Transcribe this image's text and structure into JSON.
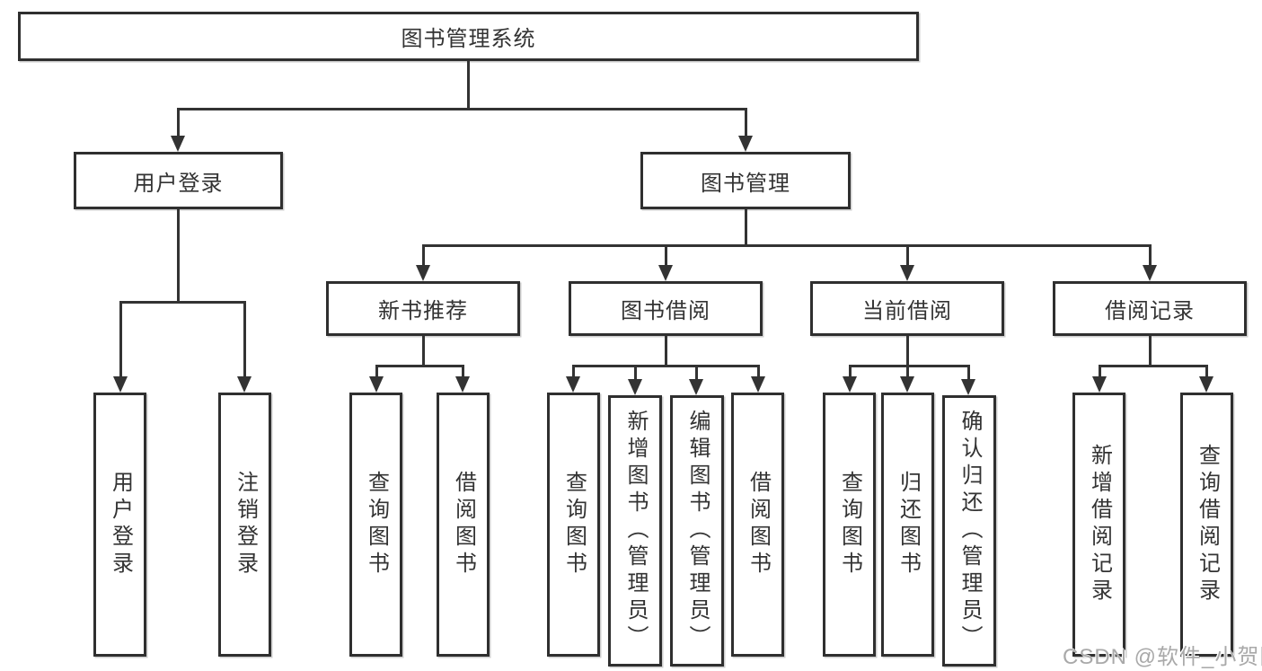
{
  "tree": {
    "label": "图书管理系统",
    "children": [
      {
        "label": "用户登录",
        "children": [
          {
            "label": "用户登录"
          },
          {
            "label": "注销登录"
          }
        ]
      },
      {
        "label": "图书管理",
        "children": [
          {
            "label": "新书推荐",
            "children": [
              {
                "label": "查询图书"
              },
              {
                "label": "借阅图书"
              }
            ]
          },
          {
            "label": "图书借阅",
            "children": [
              {
                "label": "查询图书"
              },
              {
                "label": "新增图书（管理员）"
              },
              {
                "label": "编辑图书（管理员）"
              },
              {
                "label": "借阅图书"
              }
            ]
          },
          {
            "label": "当前借阅",
            "children": [
              {
                "label": "查询图书"
              },
              {
                "label": "归还图书"
              },
              {
                "label": "确认归还（管理员）"
              }
            ]
          },
          {
            "label": "借阅记录",
            "children": [
              {
                "label": "新增借阅记录"
              },
              {
                "label": "查询借阅记录"
              }
            ]
          }
        ]
      }
    ]
  },
  "watermark": {
    "text": "CSDN @软件_小贺同学"
  },
  "colors": {
    "line": "#333333",
    "box_border": "#2f2f2f",
    "text": "#333333",
    "watermark_text": "#a9a9a9",
    "background": "#ffffff"
  }
}
